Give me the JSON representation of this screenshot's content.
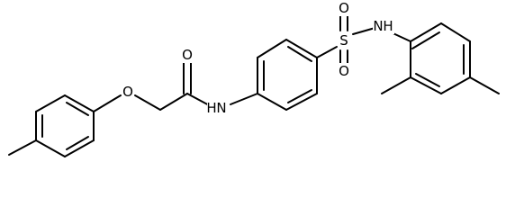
{
  "molecule": {
    "atoms": {
      "ether_oxygen": "O",
      "carbonyl_oxygen": "O",
      "amide_nitrogen": "N",
      "amide_hydrogen": "H",
      "sulfur": "S",
      "sulfonyl_oxygen_top": "O",
      "sulfonyl_oxygen_bottom": "O",
      "sulfonamide_nitrogen": "N",
      "sulfonamide_hydrogen": "H"
    }
  },
  "colors": {
    "bond": "#000000",
    "label": "#000000",
    "background": "#ffffff"
  }
}
